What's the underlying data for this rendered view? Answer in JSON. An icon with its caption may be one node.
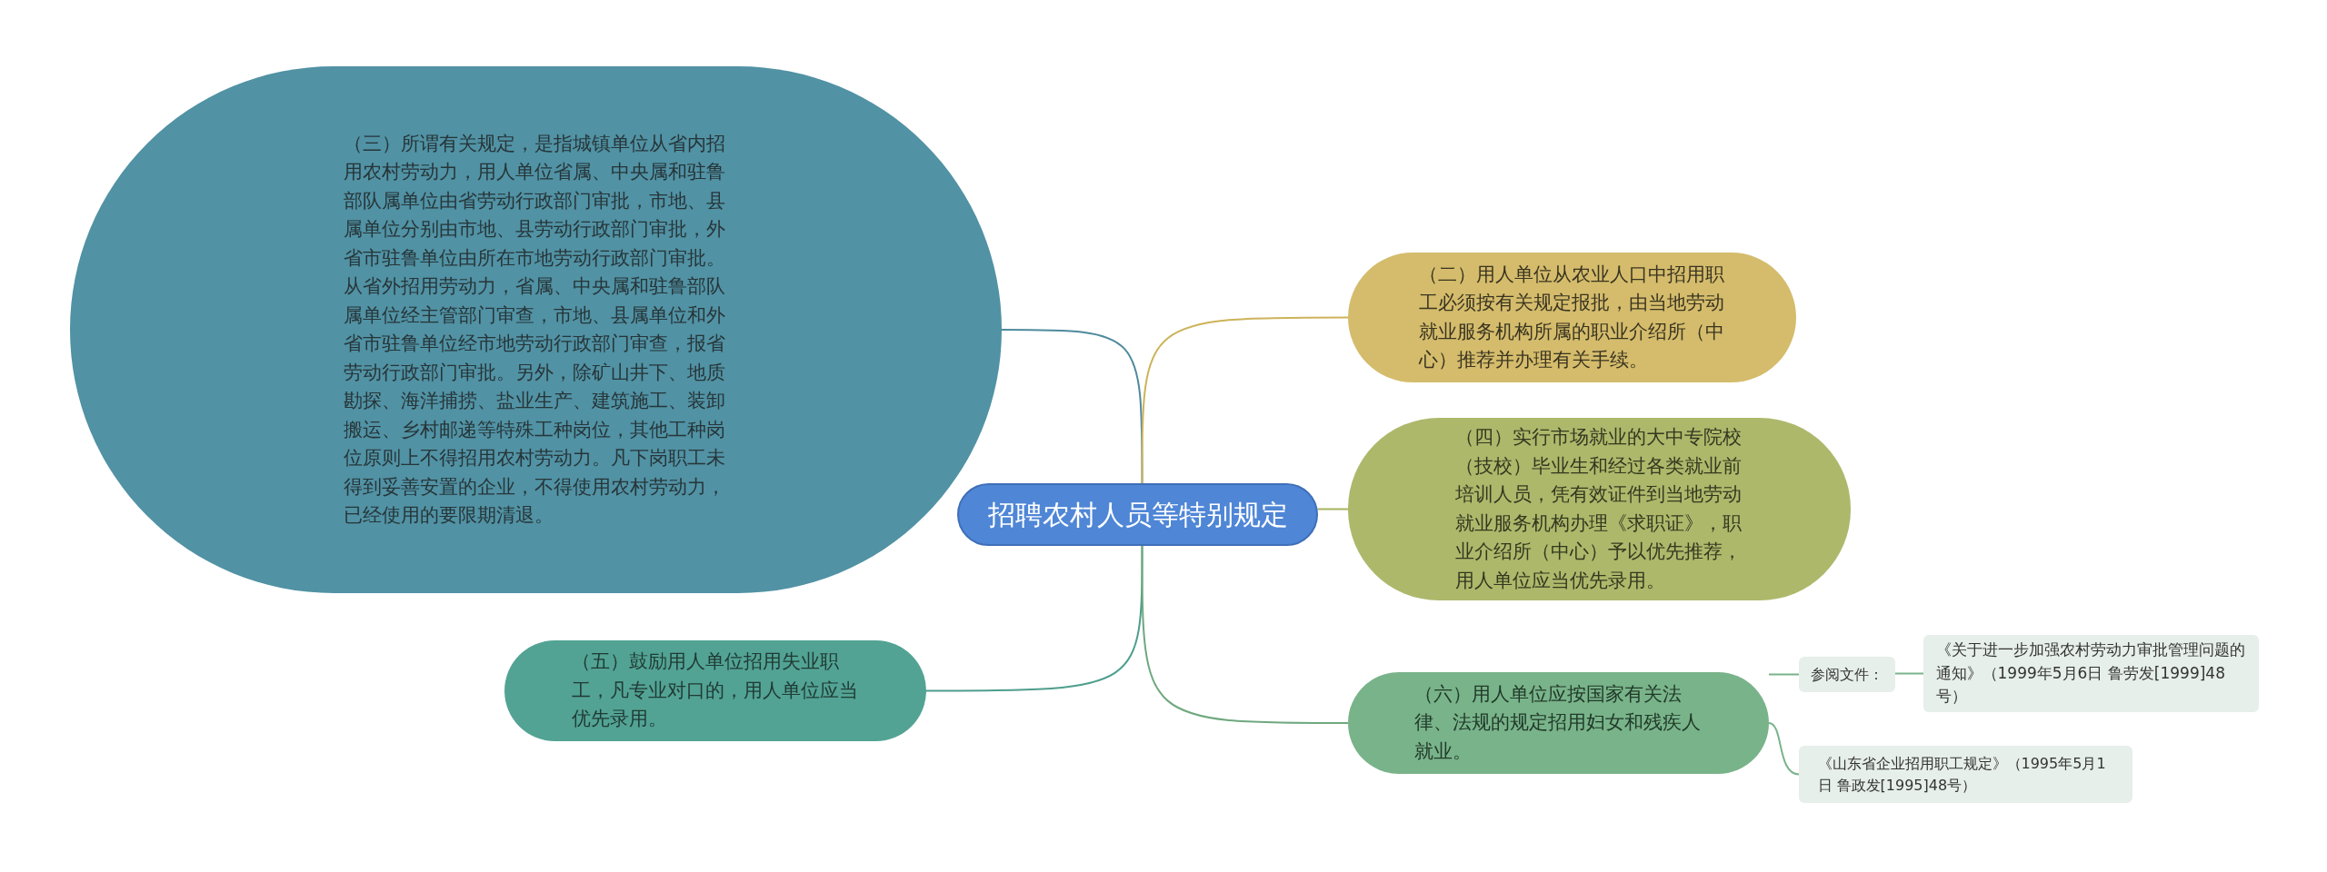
{
  "diagram": {
    "nodes": [
      {
        "text": [
          "招聘农村人员等特别规定"
        ]
      },
      {
        "text": [
          "（三）所谓有关规定，是指城镇单位从省内招用农村劳动力，用人单位省属、中央属和驻鲁部队属单位由省劳动行政部门审批，市地、县属单位分别由市地、县劳动行政部门审批，外省市驻鲁单位由所在市地劳动行政部门审批。从省外招用劳动力，省属、中央属和驻鲁部队属单位经主管部门审查，市地、县属单位和外省市驻鲁单位经市地劳动行政部门审查，报省劳动行政部门审批。另外，除矿山井下、地质勘探、海洋捕捞、盐业生产、建筑施工、装卸搬运、乡村邮递等特殊工种岗位，其他工种岗位原则上不得招用农村劳动力。凡下岗职工未得到妥善安置的企业，不得使用农村劳动力，已经使用的要限期清退。"
        ]
      },
      {
        "text": [
          "（二）用人单位从农业人口中招用职工必须按有关规定报批，由当地劳动就业服务机构所属的职业介绍所（中心）推荐并办理有关手续。"
        ]
      },
      {
        "text": [
          "（四）实行市场就业的大中专院校（技校）毕业生和经过各类就业前培训人员，凭有效证件到当地劳动就业服务机构办理《求职证》，职业介绍所（中心）予以优先推荐，用人单位应当优先录用。"
        ]
      },
      {
        "text": [
          "（五）鼓励用人单位招用失业职工，凡专业对口的，用人单位应当优先录用。"
        ]
      },
      {
        "text": [
          "（六）用人单位应按国家有关法律、法规的规定招用妇女和残疾人就业。"
        ]
      },
      {
        "text": [
          "参阅文件："
        ]
      },
      {
        "text": [
          "《关于进一步加强农村劳动力审批管理问题的通知》（1999年5月6日 鲁劳发[1999]48号）"
        ]
      },
      {
        "text": [
          "《山东省企业招用职工规定》（1995年5月1日 鲁政发[1995]48号）"
        ]
      }
    ],
    "edges": [
      {
        "from": 0,
        "to": 1,
        "arrow": "none",
        "color": "#4f8a9c"
      },
      {
        "from": 0,
        "to": 2,
        "arrow": "none",
        "color": "#cdb35a"
      },
      {
        "from": 0,
        "to": 3,
        "arrow": "none",
        "color": "#a8b35e"
      },
      {
        "from": 0,
        "to": 4,
        "arrow": "none",
        "color": "#4e9e8c"
      },
      {
        "from": 0,
        "to": 5,
        "arrow": "none",
        "color": "#6fa87f"
      },
      {
        "from": 5,
        "to": 6,
        "arrow": "none",
        "color": "#78b38a"
      },
      {
        "from": 5,
        "to": 8,
        "arrow": "none",
        "color": "#78b38a"
      },
      {
        "from": 6,
        "to": 7,
        "arrow": "none",
        "color": "#78b38a"
      }
    ]
  }
}
